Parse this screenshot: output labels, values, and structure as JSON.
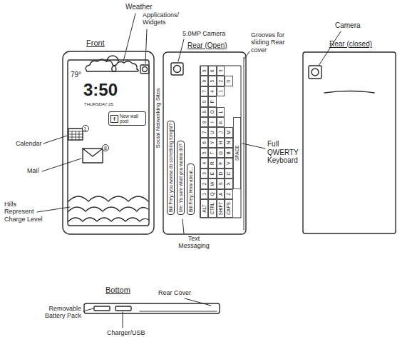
{
  "diagram": {
    "nodes": [
      {
        "text": [
          "f",
          "New wall post"
        ]
      },
      {
        "text": [
          "1"
        ]
      },
      {
        "text": [
          "8"
        ]
      },
      {
        "text": [
          "Bill Frey: you wanna do something tonight?"
        ]
      },
      {
        "text": [
          "Me: Ya sure what you wanna do?"
        ]
      },
      {
        "text": [
          "Bill Frey: How about..."
        ]
      }
    ],
    "labels": [
      "Front",
      "Weather",
      "Applications/ Widgets",
      "5.0MP Camera",
      "Rear (Open)",
      "Grooves for sliding Rear cover",
      "Camera",
      "Rear (closed)",
      "79°",
      "3:50",
      "THURSDAY 25",
      "Calendar",
      "Mail",
      "Hills Represent Charge Level",
      "Social Networking Sites",
      "Full QWERTY Keyboard",
      "Text Messaging",
      "Bottom",
      "Rear Cover",
      "Removable Battery Pack",
      "Charger/USB",
      "ALT",
      "1",
      "2",
      "3",
      "4",
      "5",
      "6",
      "7",
      "8",
      "9",
      "0",
      "CTRL",
      "Q",
      "W",
      "E",
      "R",
      "T",
      "Y",
      "U",
      "I",
      "O",
      "P",
      "SHIFT",
      "A",
      "S",
      "D",
      "F",
      "G",
      "H",
      "J",
      "K",
      "L",
      "CAPS",
      "Z",
      "X",
      "C",
      "V",
      "B",
      "N",
      "M",
      "SPACE",
      "7",
      "8",
      "9",
      "4",
      "5",
      "6",
      "1",
      "2",
      "3",
      "0"
    ]
  }
}
